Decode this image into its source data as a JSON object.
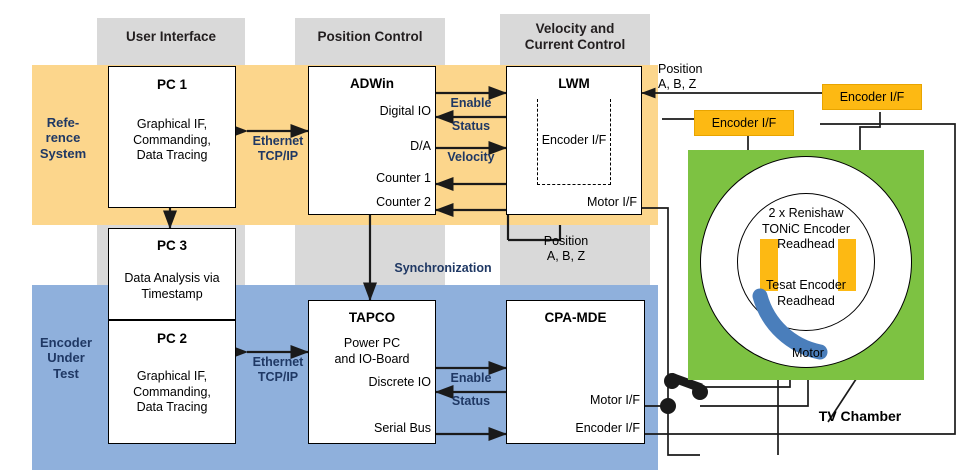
{
  "columns": [
    {
      "id": "user-interface",
      "label": "User Interface"
    },
    {
      "id": "position-control",
      "label": "Position Control"
    },
    {
      "id": "velocity-current-control",
      "label": "Velocity and\nCurrent Control"
    }
  ],
  "systems": [
    {
      "id": "reference-system",
      "label": "Refe-\nrence\nSystem",
      "color": "#FCD68C"
    },
    {
      "id": "encoder-under-test",
      "label": "Encoder\nUnder\nTest",
      "color": "#8FB0DC"
    }
  ],
  "blocks": {
    "pc1": {
      "title": "PC 1",
      "body": "Graphical IF,\nCommanding,\nData Tracing"
    },
    "pc3": {
      "title": "PC 3",
      "body": "Data Analysis via\nTimestamp"
    },
    "pc2": {
      "title": "PC 2",
      "body": "Graphical IF,\nCommanding,\nData Tracing"
    },
    "adwin": {
      "title": "ADWin",
      "ports": [
        "Digital IO",
        "D/A",
        "Counter 1",
        "Counter 2"
      ]
    },
    "lwm": {
      "title": "LWM",
      "inner_label": "Encoder I/F",
      "ports": [
        "Motor I/F"
      ]
    },
    "tapco": {
      "title": "TAPCO",
      "body": "Power PC\nand IO-Board",
      "ports": [
        "Discrete IO",
        "Serial Bus"
      ]
    },
    "cpamde": {
      "title": "CPA-MDE",
      "ports": [
        "Motor I/F",
        "Encoder I/F"
      ]
    }
  },
  "signals": {
    "ethernet_top": "Ethernet\nTCP/IP",
    "ethernet_bottom": "Ethernet\nTCP/IP",
    "enable_top": "Enable",
    "status_top": "Status",
    "velocity": "Velocity",
    "enable_bottom": "Enable",
    "status_bottom": "Status",
    "synchronization": "Synchronization",
    "position_top": "Position\nA, B, Z",
    "position_mid": "Position\nA, B, Z"
  },
  "encoder_if_boxes": [
    {
      "id": "encoder-if-right",
      "label": "Encoder I/F"
    },
    {
      "id": "encoder-if-left",
      "label": "Encoder I/F"
    }
  ],
  "chamber": {
    "label": "TV Chamber",
    "inner_text_top": "2 x Renishaw\nTONiC Encoder\nReadhead",
    "inner_text_bottom": "Tesat Encoder\nReadhead",
    "motor_label": "Motor",
    "green": "#7DC242",
    "readhead_color": "#FDB913",
    "motor_color": "#4A7EBB"
  },
  "colors": {
    "header_gray": "#d9d9d9",
    "reference_orange": "#FCD68C",
    "encoder_blue": "#8FB0DC",
    "accent_yellow": "#FDB913",
    "chamber_green": "#7DC242",
    "text_navy": "#1f3864"
  }
}
